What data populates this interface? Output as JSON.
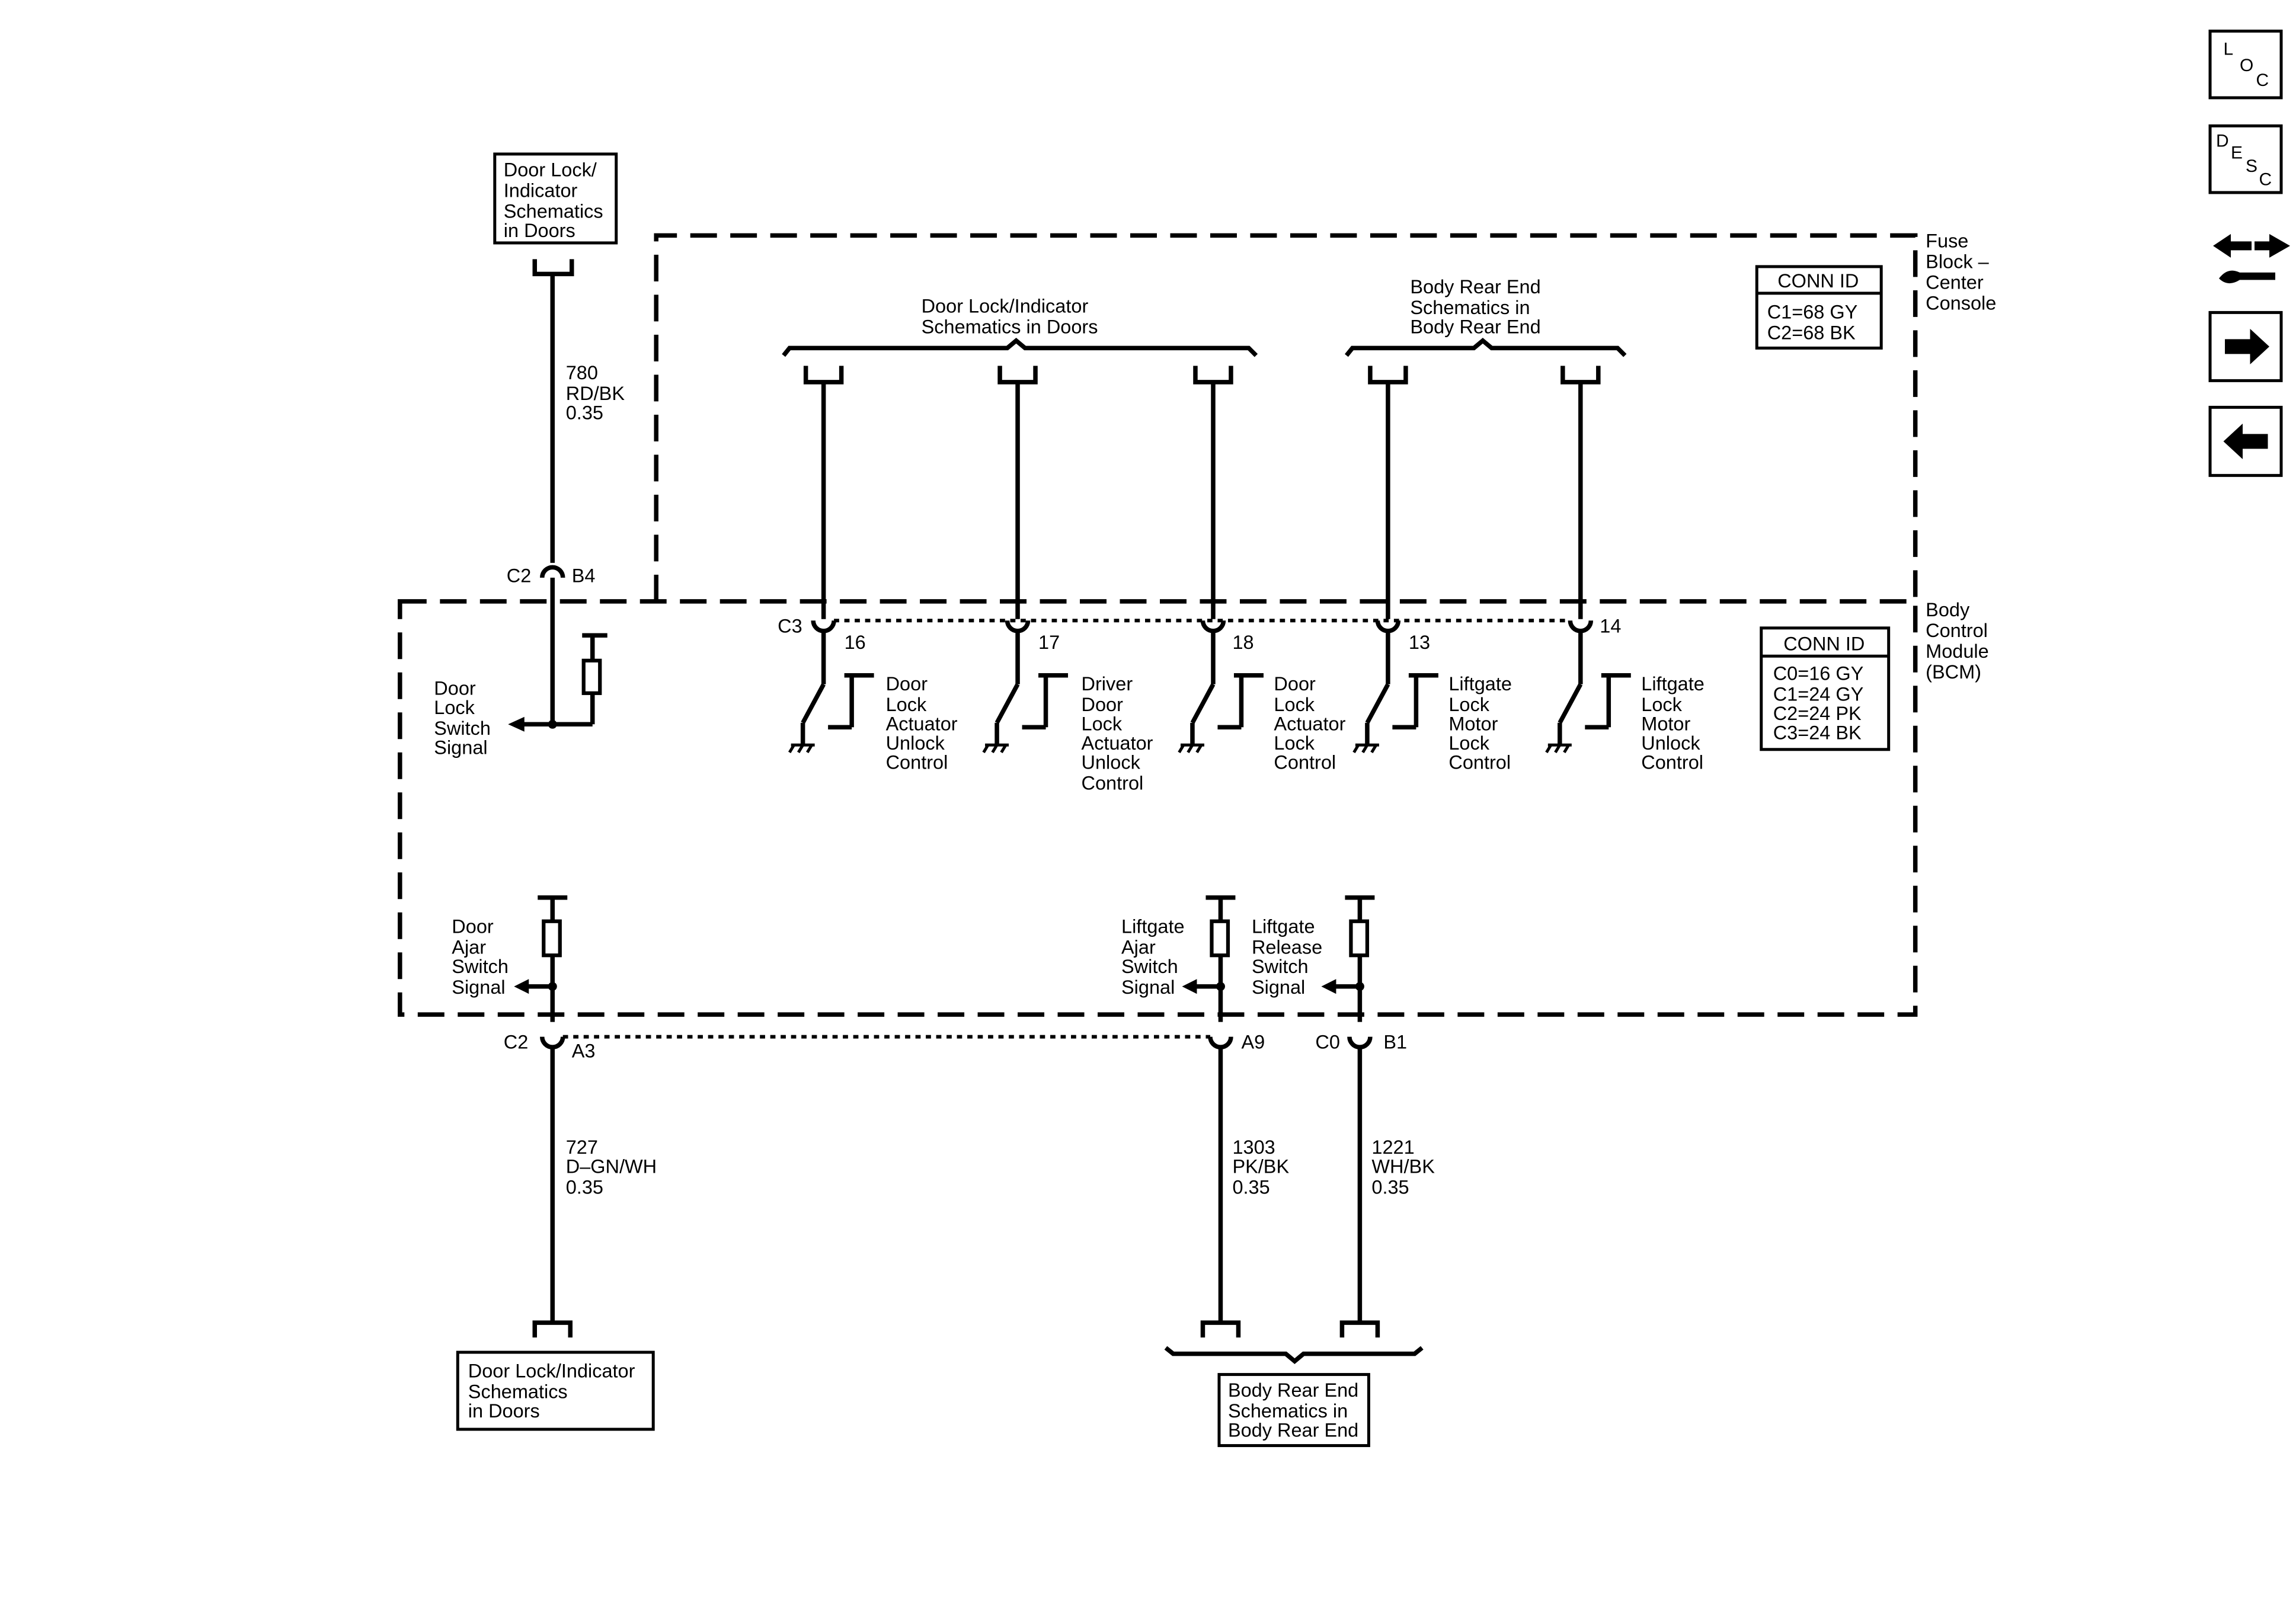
{
  "nav": [
    {
      "name": "loc",
      "letters": [
        "L",
        "O",
        "C"
      ]
    },
    {
      "name": "desc",
      "letters": [
        "D",
        "E",
        "S",
        "C"
      ]
    },
    {
      "name": "service"
    },
    {
      "name": "next"
    },
    {
      "name": "prev"
    }
  ],
  "modules": {
    "fuse_block": [
      "Fuse",
      "Block –",
      "Center",
      "Console"
    ],
    "bcm": [
      "Body",
      "Control",
      "Module",
      "(BCM)"
    ]
  },
  "conn_id_fuse": {
    "title": "CONN ID",
    "rows": [
      "C1=68 GY",
      "C2=68 BK"
    ]
  },
  "conn_id_bcm": {
    "title": "CONN ID",
    "rows": [
      "C0=16 GY",
      "C1=24 GY",
      "C2=24 PK",
      "C3=24 BK"
    ]
  },
  "refs": {
    "top_left": [
      "Door Lock/",
      "Indicator",
      "Schematics",
      "in Doors"
    ],
    "top_doors": [
      "Door Lock/Indicator",
      "Schematics in Doors"
    ],
    "top_rear": [
      "Body Rear End",
      "Schematics in",
      "Body Rear End"
    ],
    "bottom_left": [
      "Door Lock/Indicator",
      "Schematics",
      "in Doors"
    ],
    "bottom_rear": [
      "Body Rear End",
      "Schematics in",
      "Body Rear End"
    ]
  },
  "wires": {
    "w780": [
      "780",
      "RD/BK",
      "0.35"
    ],
    "w727": [
      "727",
      "D–GN/WH",
      "0.35"
    ],
    "w1303": [
      "1303",
      "PK/BK",
      "0.35"
    ],
    "w1221": [
      "1221",
      "WH/BK",
      "0.35"
    ]
  },
  "connectors": {
    "c2_b4": {
      "conn": "C2",
      "pin": "B4"
    },
    "c3": "C3",
    "c3_pins": [
      "16",
      "17",
      "18",
      "13",
      "14"
    ],
    "c2_a3": {
      "conn": "C2",
      "pin": "A3"
    },
    "a9": "A9",
    "c0_b1": {
      "conn": "C0",
      "pin": "B1"
    }
  },
  "signals": {
    "door_lock_switch": [
      "Door",
      "Lock",
      "Switch",
      "Signal"
    ],
    "door_ajar_switch": [
      "Door",
      "Ajar",
      "Switch",
      "Signal"
    ],
    "liftgate_ajar_switch": [
      "Liftgate",
      "Ajar",
      "Switch",
      "Signal"
    ],
    "liftgate_release_switch": [
      "Liftgate",
      "Release",
      "Switch",
      "Signal"
    ]
  },
  "controls": [
    [
      "Door",
      "Lock",
      "Actuator",
      "Unlock",
      "Control"
    ],
    [
      "Driver",
      "Door",
      "Lock",
      "Actuator",
      "Unlock",
      "Control"
    ],
    [
      "Door",
      "Lock",
      "Actuator",
      "Lock",
      "Control"
    ],
    [
      "Liftgate",
      "Lock",
      "Motor",
      "Lock",
      "Control"
    ],
    [
      "Liftgate",
      "Lock",
      "Motor",
      "Unlock",
      "Control"
    ]
  ]
}
